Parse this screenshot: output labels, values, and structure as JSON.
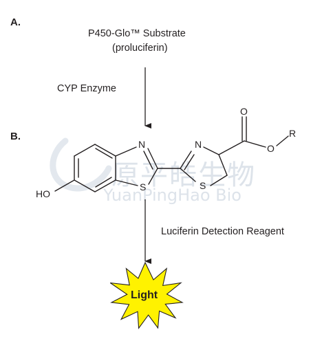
{
  "panel_a_label": "A.",
  "panel_b_label": "B.",
  "substrate_line1": "P450-Glo™ Substrate",
  "substrate_line2": "(proluciferin)",
  "enzyme_label": "CYP Enzyme",
  "detection_reagent_label": "Luciferin Detection Reagent",
  "light_label": "Light",
  "molecule": {
    "atom_n1": "N",
    "atom_s1": "S",
    "atom_n2": "N",
    "atom_s2": "S",
    "atom_o_carbonyl": "O",
    "atom_o_ester": "O",
    "atom_r": "R",
    "group_ho": "HO"
  },
  "watermark": {
    "chinese": "原平皓生物",
    "latin": "YuanPingHao Bio"
  },
  "colors": {
    "ink": "#231f20",
    "burst_fill": "#fff200",
    "watermark": "#dfe5ec"
  }
}
